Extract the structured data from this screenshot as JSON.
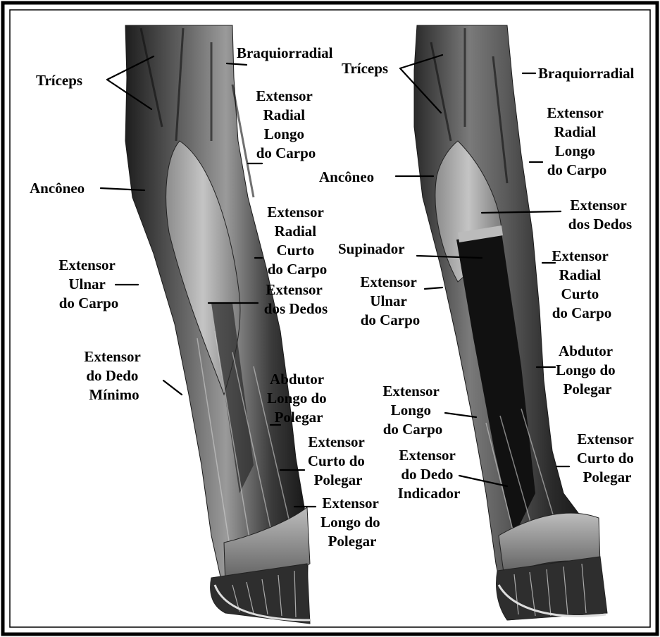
{
  "labels": {
    "left_triceps": "Tríceps",
    "left_braquiorradial": "Braquiorradial",
    "left_ext_radial_longo": [
      "Extensor",
      "Radial",
      "Longo",
      "do Carpo"
    ],
    "left_anconeo": "Ancôneo",
    "left_ext_radial_curto": [
      "Extensor",
      "Radial",
      "Curto",
      "do Carpo"
    ],
    "left_ext_ulnar": [
      "Extensor",
      "Ulnar",
      "do Carpo"
    ],
    "left_ext_dedos": [
      "Extensor",
      "dos Dedos"
    ],
    "left_ext_dedo_minimo": [
      "Extensor",
      "do Dedo",
      "Mínimo"
    ],
    "left_abdutor": [
      "Abdutor",
      "Longo do",
      "Polegar"
    ],
    "left_ext_curto_polegar": [
      "Extensor",
      "Curto do",
      "Polegar"
    ],
    "left_ext_longo_polegar": [
      "Extensor",
      "Longo do",
      "Polegar"
    ],
    "right_triceps": "Tríceps",
    "right_braquiorradial": "Braquiorradial",
    "right_ext_radial_longo": [
      "Extensor",
      "Radial",
      "Longo",
      "do Carpo"
    ],
    "right_anconeo": "Ancôneo",
    "right_ext_dedos": [
      "Extensor",
      "dos Dedos"
    ],
    "right_supinador": "Supinador",
    "right_ext_radial_curto": [
      "Extensor",
      "Radial",
      "Curto",
      "do Carpo"
    ],
    "right_ext_ulnar": [
      "Extensor",
      "Ulnar",
      "do Carpo"
    ],
    "right_abdutor": [
      "Abdutor",
      "Longo do",
      "Polegar"
    ],
    "right_ext_longo_carpo": [
      "Extensor",
      "Longo",
      "do Carpo"
    ],
    "right_ext_curto_polegar": [
      "Extensor",
      "Curto do",
      "Polegar"
    ],
    "right_ext_dedo_indicador": [
      "Extensor",
      "do Dedo",
      "Indicador"
    ]
  }
}
